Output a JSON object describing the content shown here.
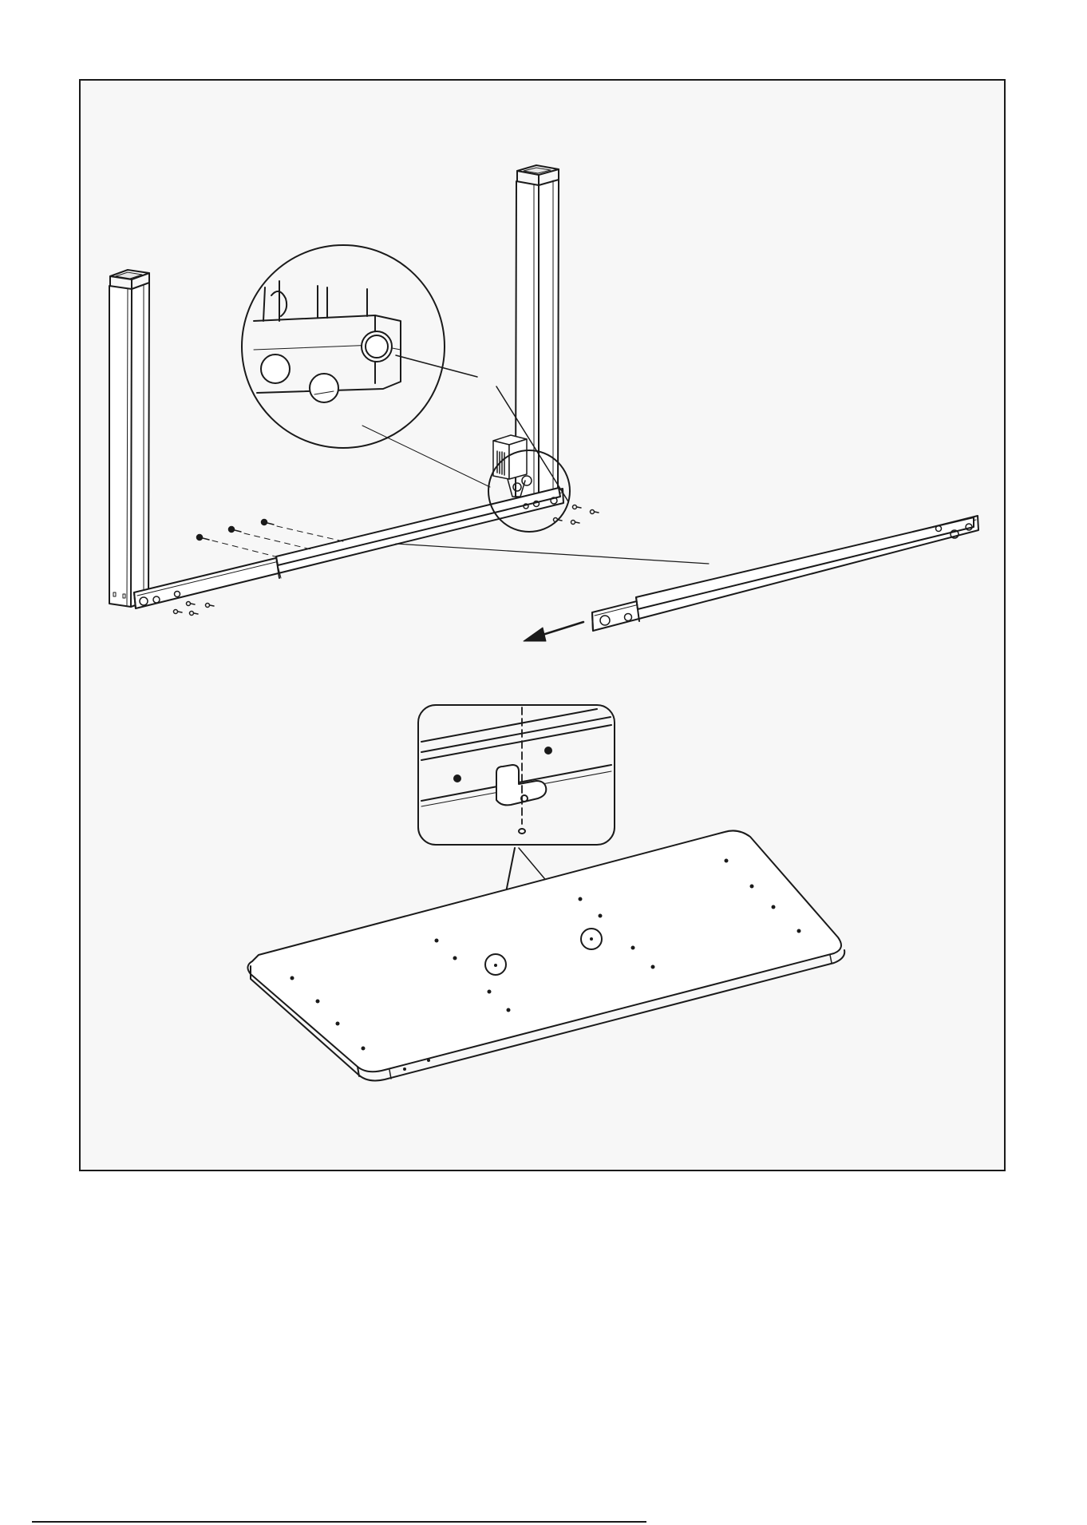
{
  "document": {
    "type": "assembly-instruction-diagram",
    "text_labels": []
  },
  "colors": {
    "ink": "#1a1a1a",
    "panel": "#f7f7f7",
    "page": "#ffffff",
    "metal": "#ffffff"
  },
  "parts": [
    {
      "id": "leg-left",
      "icon": "lifting-column"
    },
    {
      "id": "leg-right",
      "icon": "lifting-column"
    },
    {
      "id": "control-box",
      "icon": "motor-control-box"
    },
    {
      "id": "crossbar-installed",
      "icon": "telescopic-crossbar"
    },
    {
      "id": "crossbar-separate",
      "icon": "telescopic-crossbar"
    },
    {
      "id": "screws",
      "icon": "screw"
    },
    {
      "id": "bracket",
      "icon": "mounting-bracket"
    },
    {
      "id": "desktop",
      "icon": "desktop-board"
    }
  ],
  "callouts": [
    {
      "id": "crossbar-hole-detail",
      "icon": "magnifier-circle"
    },
    {
      "id": "bracket-detail",
      "icon": "magnifier-rounded-rect"
    }
  ],
  "direction_arrow": {
    "icon": "arrow-left-icon"
  }
}
